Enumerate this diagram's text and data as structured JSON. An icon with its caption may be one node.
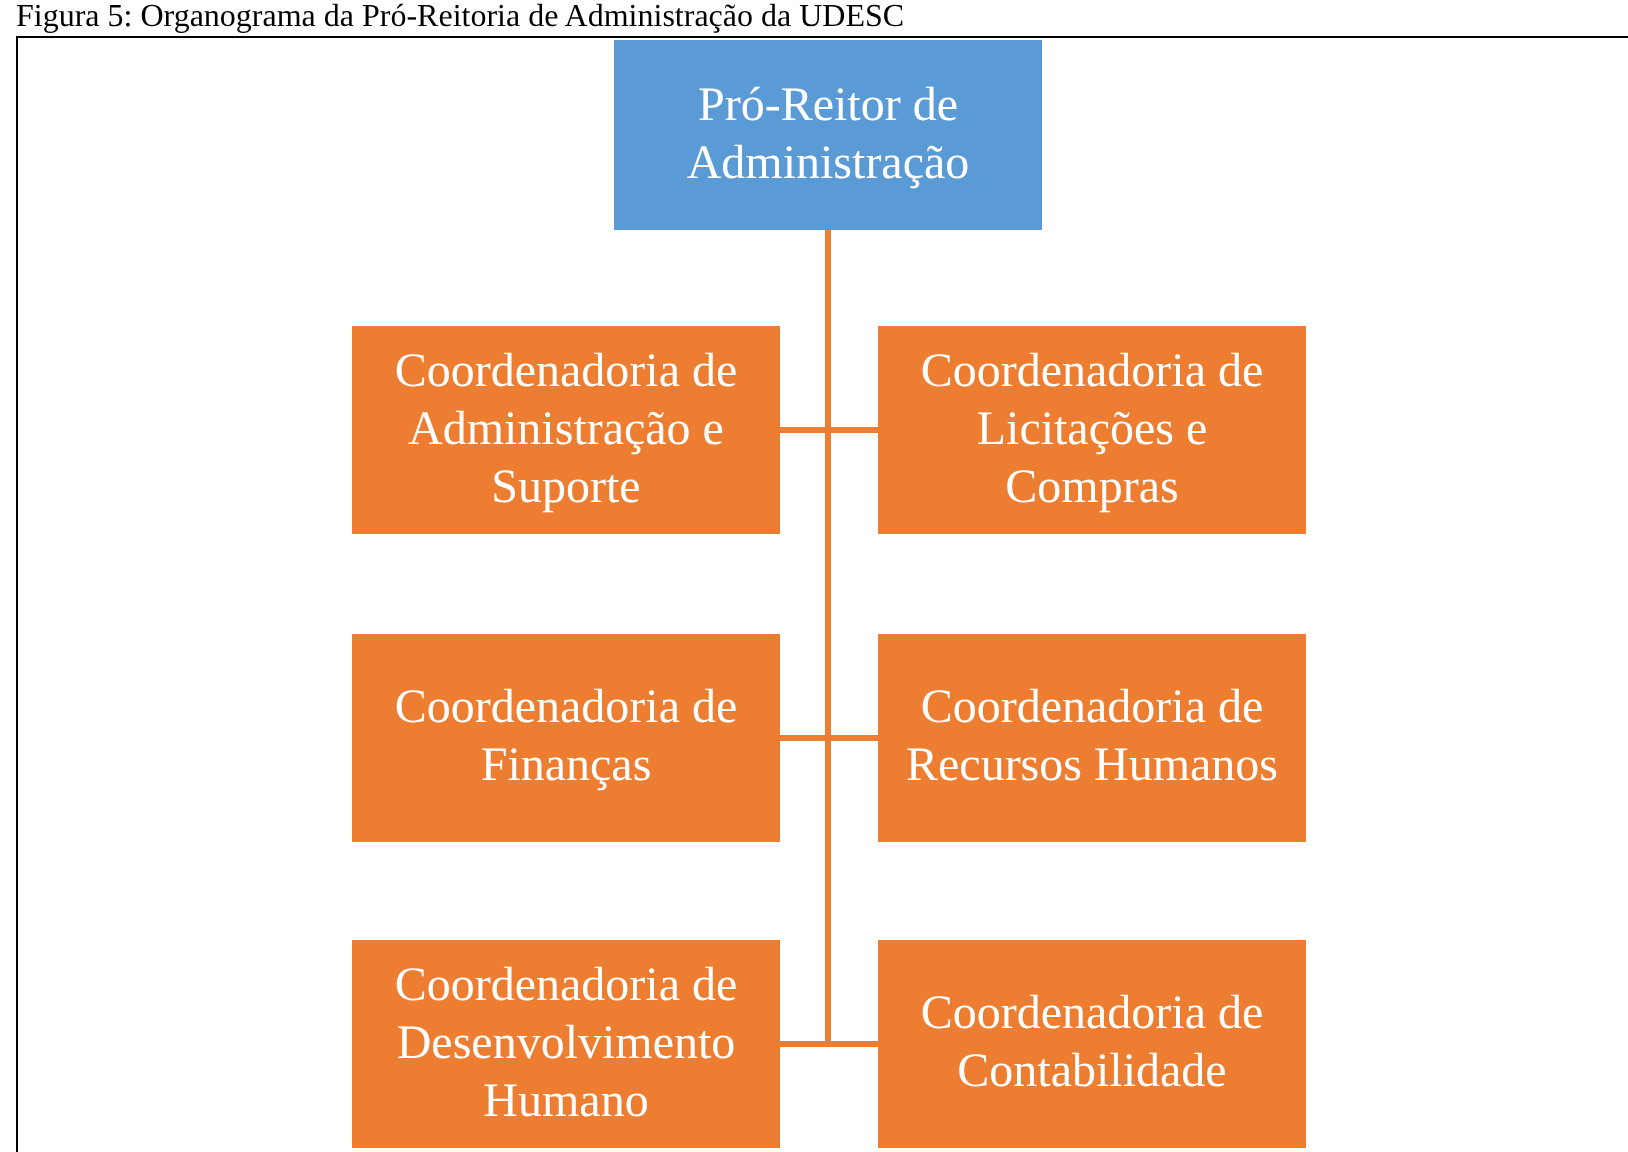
{
  "diagram": {
    "title": "Figura 5: Organograma da Pró-Reitoria de Administração da UDESC",
    "nodes": [
      {
        "text": [
          "Pró-Reitor de Administração"
        ]
      },
      {
        "text": [
          "Coordenadoria de Administração e Suporte"
        ]
      },
      {
        "text": [
          "Coordenadoria de Licitações e Compras"
        ]
      },
      {
        "text": [
          "Coordenadoria de Finanças"
        ]
      },
      {
        "text": [
          "Coordenadoria de Recursos Humanos"
        ]
      },
      {
        "text": [
          "Coordenadoria de Desenvolvimento Humano"
        ]
      },
      {
        "text": [
          "Coordenadoria de Contabilidade"
        ]
      }
    ],
    "edges": [
      {
        "from": 0,
        "to": 1,
        "arrow": "none"
      },
      {
        "from": 0,
        "to": 2,
        "arrow": "none"
      },
      {
        "from": 0,
        "to": 3,
        "arrow": "none"
      },
      {
        "from": 0,
        "to": 4,
        "arrow": "none"
      },
      {
        "from": 0,
        "to": 5,
        "arrow": "none"
      },
      {
        "from": 0,
        "to": 6,
        "arrow": "none"
      }
    ]
  }
}
